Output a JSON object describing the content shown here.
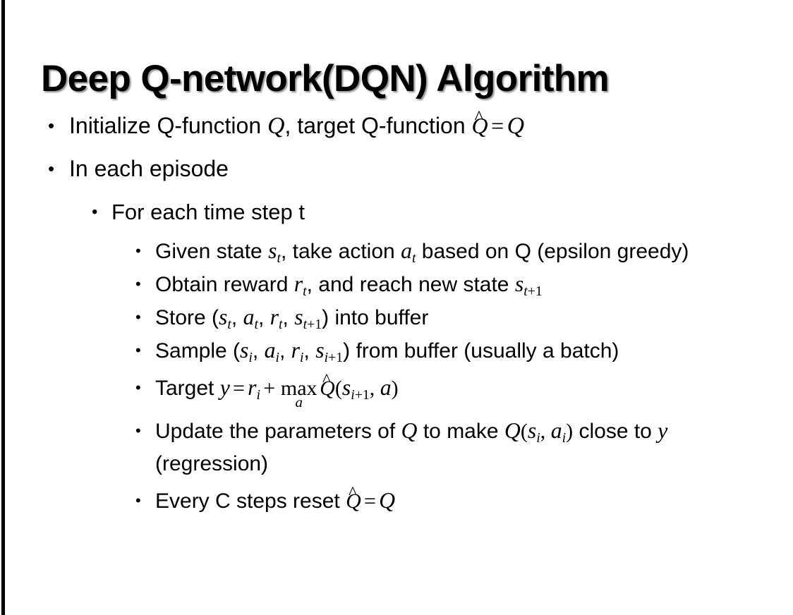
{
  "slide": {
    "title": "Deep Q-network(DQN) Algorithm",
    "background_color": "#ffffff",
    "text_color": "#000000",
    "accent_rule_color": "#000000",
    "bullet_glyph": "•"
  },
  "bullets": {
    "b1": {
      "level": 1,
      "pre": "Initialize Q-function ",
      "var_q1": "Q",
      "mid": ", target Q-function ",
      "hat_base": "Q",
      "hat_accent": "^",
      "equals": "=",
      "var_q2": "Q"
    },
    "b2": {
      "level": 1,
      "text": "In each episode"
    },
    "b3": {
      "level": 2,
      "text": "For each time step t"
    },
    "b4": {
      "level": 3,
      "pre": "Given state ",
      "s": "s",
      "s_sub": "t",
      "mid": ", take action ",
      "a": "a",
      "a_sub": "t",
      "post": " based on Q (epsilon greedy)"
    },
    "b5": {
      "level": 3,
      "pre": "Obtain reward ",
      "r": "r",
      "r_sub": "t",
      "mid": ", and reach new state ",
      "s": "s",
      "s_sub_var": "t",
      "s_sub_plus": "+1"
    },
    "b6": {
      "level": 3,
      "pre": "Store (",
      "s": "s",
      "s_sub": "t",
      "c1": ", ",
      "a": "a",
      "a_sub": "t",
      "c2": ", ",
      "r": "r",
      "r_sub": "t",
      "c3": ", ",
      "s2": "s",
      "s2_sub_var": "t",
      "s2_sub_plus": "+1",
      "post": ") into buffer"
    },
    "b7": {
      "level": 3,
      "pre": "Sample (",
      "s": "s",
      "s_sub": "i",
      "c1": ", ",
      "a": "a",
      "a_sub": "i",
      "c2": ", ",
      "r": "r",
      "r_sub": "i",
      "c3": ", ",
      "s2": "s",
      "s2_sub_var": "i",
      "s2_sub_plus": "+1",
      "post": ") from buffer (usually a batch)"
    },
    "b8": {
      "level": 3,
      "pre": "Target ",
      "y": "y",
      "equals": "=",
      "r": "r",
      "r_sub": "i",
      "plus": "+",
      "max_label": "max",
      "max_under": "a",
      "hat_base": "Q",
      "hat_accent": "^",
      "open": "(",
      "s": "s",
      "s_sub_var": "i",
      "s_sub_plus": "+1",
      "comma": ", ",
      "a": "a",
      "close": ")"
    },
    "b9": {
      "level": 3,
      "pre": "Update the parameters of ",
      "q1": "Q",
      "mid": " to make ",
      "q2": "Q",
      "open": "(",
      "s": "s",
      "s_sub": "i",
      "comma": ", ",
      "a": "a",
      "a_sub": "i",
      "close": ")",
      "post": " close to ",
      "y": "y",
      "tail": " (regression)"
    },
    "b10": {
      "level": 3,
      "pre": "Every C steps reset ",
      "hat_base": "Q",
      "hat_accent": "^",
      "equals": "=",
      "q": "Q"
    }
  }
}
